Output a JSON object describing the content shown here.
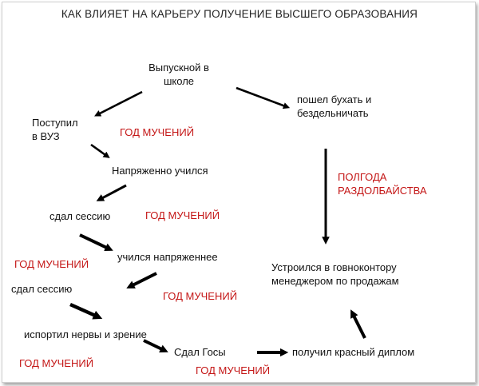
{
  "title": "КАК ВЛИЯЕТ НА КАРЬЕРУ ПОЛУЧЕНИЕ ВЫСШЕГО ОБРАЗОВАНИЯ",
  "nodes": {
    "graduate_line1": "Выпускной в",
    "graduate_line2": "школе",
    "enrolled_line1": "Поступил",
    "enrolled_line2": "в ВУЗ",
    "studied_hard": "Напряженно учился",
    "exam1": "сдал сессию",
    "studied_harder": "учился напряженнее",
    "exam2": "сдал сессию",
    "ruined": "испортил нервы и зрение",
    "state_exams": "Сдал Госы",
    "red_diploma": "получил красный диплом",
    "drink_line1": "пошел бухать и",
    "drink_line2": "бездельничать",
    "job_line1": "Устроился в говноконтору",
    "job_line2": "менеджером по продажам"
  },
  "labels": {
    "year1": "ГОД МУЧЕНИЙ",
    "year2": "ГОД МУЧЕНИЙ",
    "year3": "ГОД МУЧЕНИЙ",
    "year4": "ГОД МУЧЕНИЙ",
    "year5": "ГОД МУЧЕНИЙ",
    "year6": "ГОД МУЧЕНИЙ",
    "half_year_line1": "ПОЛГОДА",
    "half_year_line2": "РАЗДОЛБАЙСТВА"
  },
  "colors": {
    "label_red": "#c41616",
    "text": "#111111",
    "arrow": "#000000"
  }
}
